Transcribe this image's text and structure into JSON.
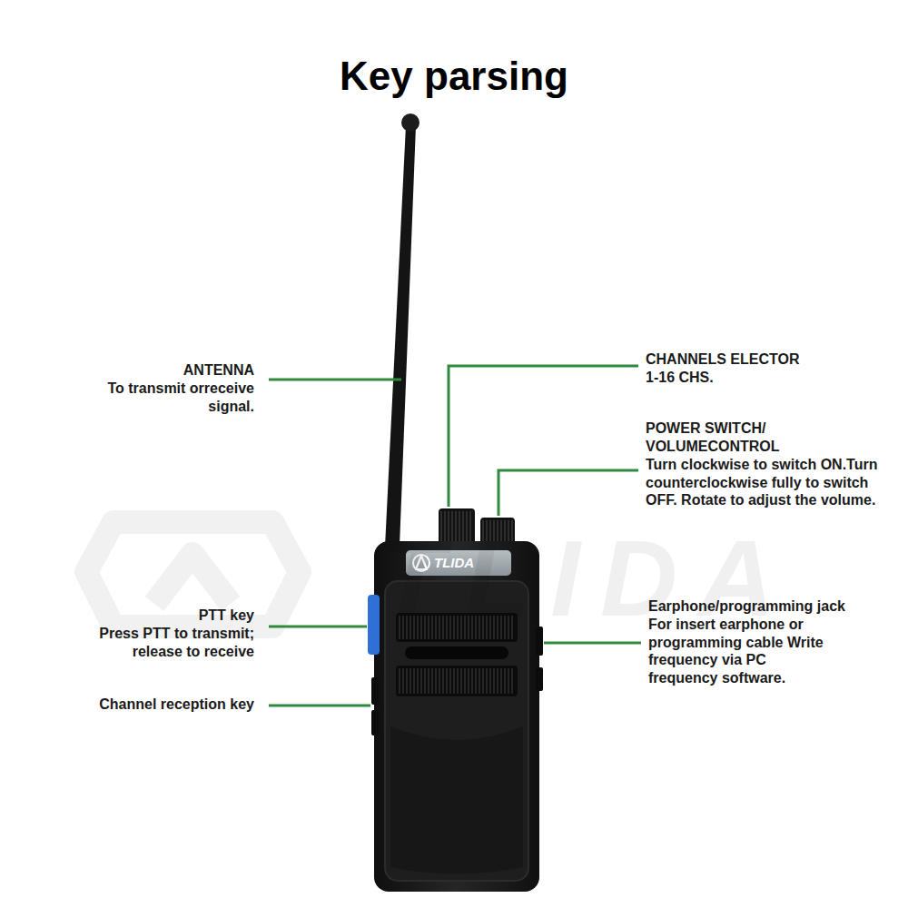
{
  "diagram": {
    "title": "Key parsing",
    "labels": [
      "ANTENNA",
      "To transmit orreceive signal.",
      "CHANNELS ELECTOR",
      "1-16 CHS.",
      "POWER SWITCH/ VOLUMECONTROL",
      "Turn clockwise to switch ON.Turn counterclockwise fully to switch OFF. Rotate to adjust the volume.",
      "PTT key",
      "Press PTT to transmit; release to receive",
      "Channel reception key",
      "Earphone/programming jack",
      "For insert earphone or programming cable Write frequency via PC frequency software.",
      "TLIDA",
      "TLIDA"
    ]
  }
}
